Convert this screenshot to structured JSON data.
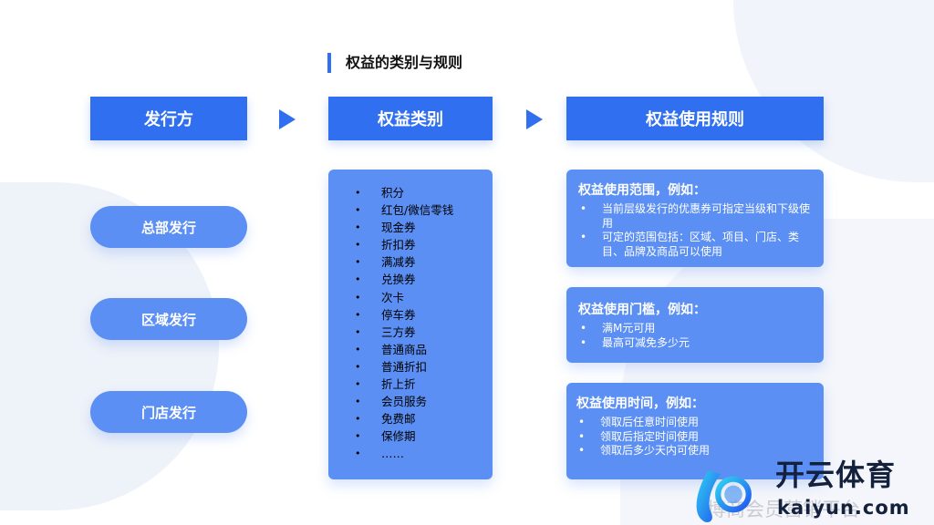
{
  "title": "权益的类别与规则",
  "headers": {
    "issuer": "发行方",
    "category": "权益类别",
    "rules": "权益使用规则"
  },
  "issuers": [
    "总部发行",
    "区域发行",
    "门店发行"
  ],
  "categories": [
    "积分",
    "红包/微信零钱",
    "现金券",
    "折扣券",
    "满减券",
    "兑换券",
    "次卡",
    "停车券",
    "三方券",
    "普通商品",
    "普通折扣",
    "折上折",
    "会员服务",
    "免费邮",
    "保修期",
    "……"
  ],
  "rules": [
    {
      "title": "权益使用范围，例如：",
      "items": [
        "当前层级发行的优惠券可指定当级和下级使用",
        "可定的范围包括：区域、项目、门店、类目、品牌及商品可以使用"
      ]
    },
    {
      "title": "权益使用门槛，例如：",
      "items": [
        "满M元可用",
        "最高可减免多少元"
      ]
    },
    {
      "title": "权益使用时间，例如：",
      "items": [
        "领取后任意时间使用",
        "领取后指定时间使用",
        "领取后多少天内可使用"
      ]
    }
  ],
  "watermark": {
    "brand": "开云体育",
    "domain": "kaiyun.com",
    "sub": "博商会员营销平台"
  },
  "colors": {
    "primary": "#2f6ff0",
    "card": "#5b8ff3"
  }
}
